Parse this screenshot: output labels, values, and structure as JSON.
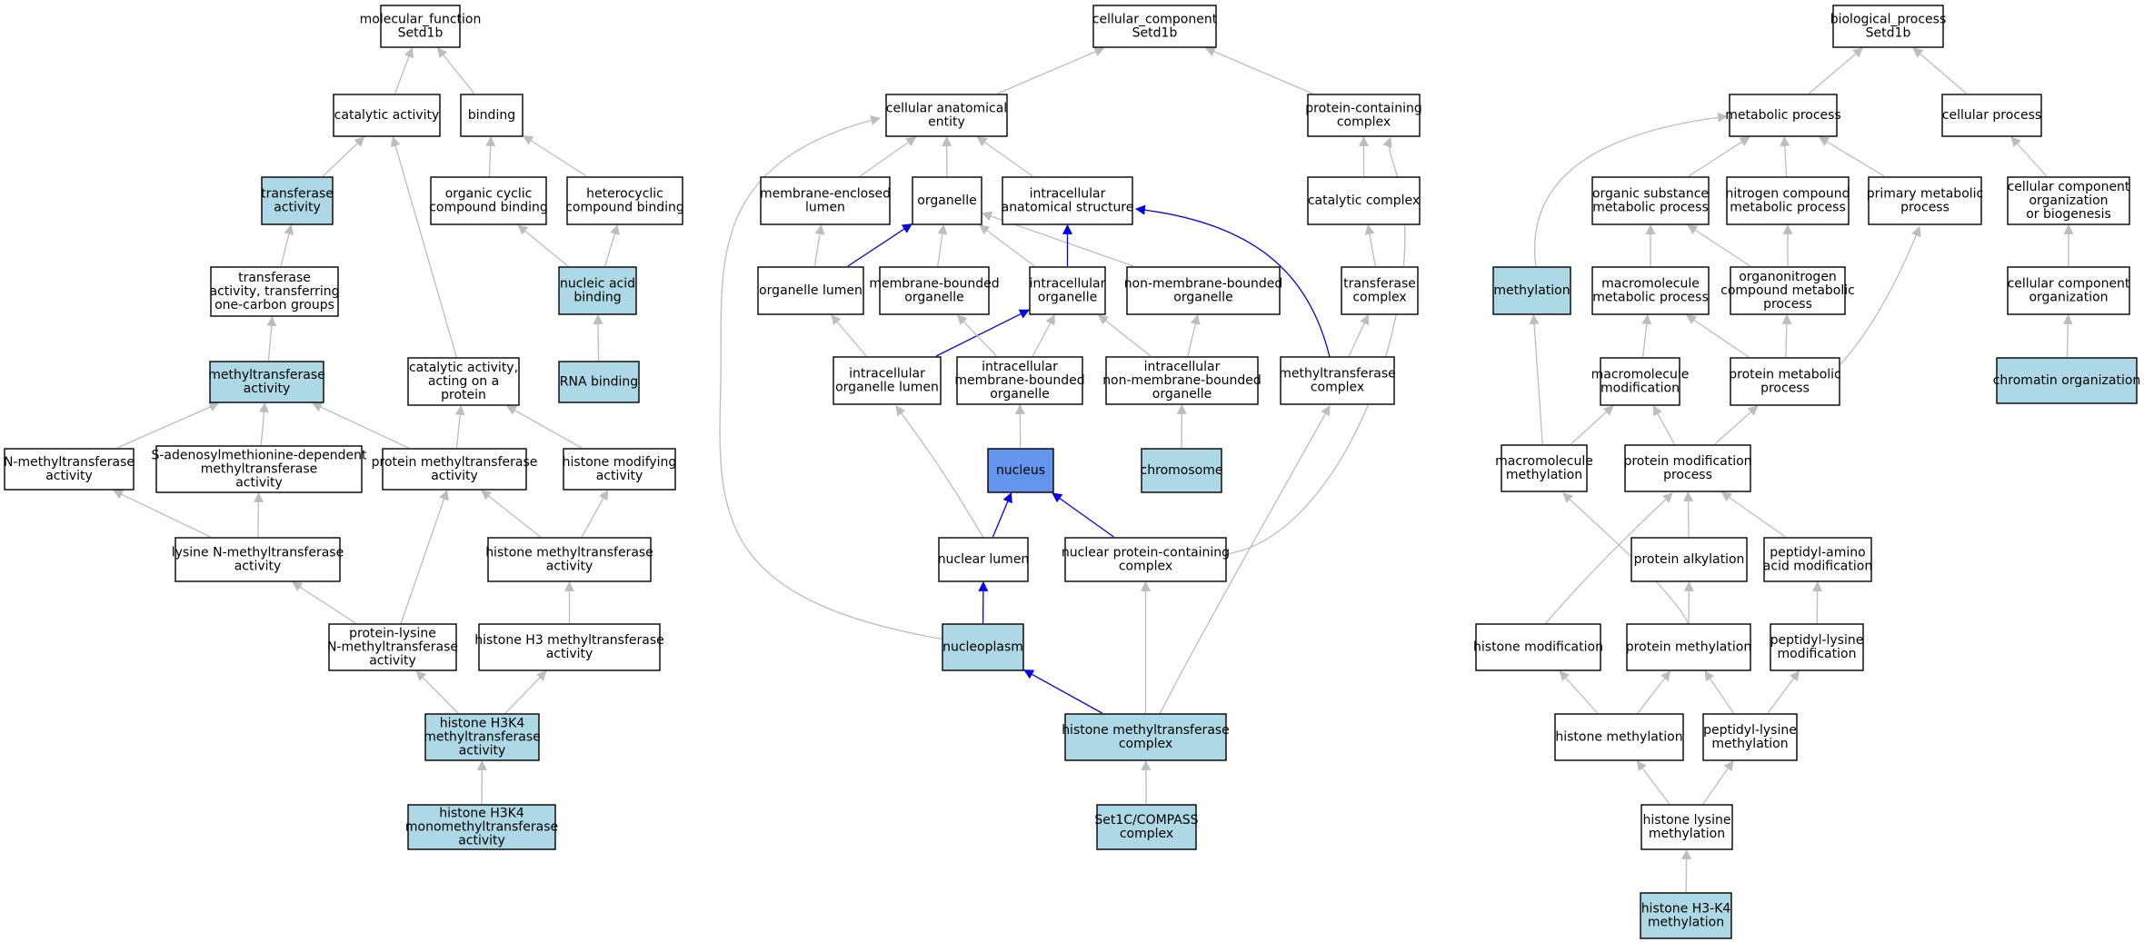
{
  "colors": {
    "white": "#ffffff",
    "light": "#add8e6",
    "focus": "#6495ed",
    "gray_edge": "#bdbdbd",
    "blue_edge": "#0000ee"
  },
  "nodes": {
    "mf": {
      "lines": [
        "molecular_function",
        "Setd1b"
      ],
      "fill": "white"
    },
    "catalytic": {
      "lines": [
        "catalytic activity"
      ],
      "fill": "white"
    },
    "binding": {
      "lines": [
        "binding"
      ],
      "fill": "white"
    },
    "transferase": {
      "lines": [
        "transferase",
        "activity"
      ],
      "fill": "light"
    },
    "orgcyc": {
      "lines": [
        "organic cyclic",
        "compound binding"
      ],
      "fill": "white"
    },
    "hetcyc": {
      "lines": [
        "heterocyclic",
        "compound binding"
      ],
      "fill": "white"
    },
    "transfer1c": {
      "lines": [
        "transferase",
        "activity, transferring",
        "one-carbon groups"
      ],
      "fill": "white"
    },
    "nucacid": {
      "lines": [
        "nucleic acid",
        "binding"
      ],
      "fill": "light"
    },
    "mtase": {
      "lines": [
        "methyltransferase",
        "activity"
      ],
      "fill": "light"
    },
    "catprot": {
      "lines": [
        "catalytic activity,",
        "acting on a",
        "protein"
      ],
      "fill": "white"
    },
    "rnabind": {
      "lines": [
        "RNA binding"
      ],
      "fill": "light"
    },
    "nmt": {
      "lines": [
        "N-methyltransferase",
        "activity"
      ],
      "fill": "white"
    },
    "sam": {
      "lines": [
        "S-adenosylmethionine-dependent",
        "methyltransferase",
        "activity"
      ],
      "fill": "white"
    },
    "protmt": {
      "lines": [
        "protein methyltransferase",
        "activity"
      ],
      "fill": "white"
    },
    "histmod_act": {
      "lines": [
        "histone modifying",
        "activity"
      ],
      "fill": "white"
    },
    "lysnmt": {
      "lines": [
        "lysine N-methyltransferase",
        "activity"
      ],
      "fill": "white"
    },
    "histmt": {
      "lines": [
        "histone methyltransferase",
        "activity"
      ],
      "fill": "white"
    },
    "protlysnmt": {
      "lines": [
        "protein-lysine",
        "N-methyltransferase",
        "activity"
      ],
      "fill": "white"
    },
    "h3mt": {
      "lines": [
        "histone H3 methyltransferase",
        "activity"
      ],
      "fill": "white"
    },
    "h3k4mt": {
      "lines": [
        "histone H3K4",
        "methyltransferase",
        "activity"
      ],
      "fill": "light"
    },
    "h3k4mono": {
      "lines": [
        "histone H3K4",
        "monomethyltransferase",
        "activity"
      ],
      "fill": "light"
    },
    "cc": {
      "lines": [
        "cellular_component",
        "Setd1b"
      ],
      "fill": "white"
    },
    "cae": {
      "lines": [
        "cellular anatomical",
        "entity"
      ],
      "fill": "white"
    },
    "pcc": {
      "lines": [
        "protein-containing",
        "complex"
      ],
      "fill": "white"
    },
    "melumen": {
      "lines": [
        "membrane-enclosed",
        "lumen"
      ],
      "fill": "white"
    },
    "organelle": {
      "lines": [
        "organelle"
      ],
      "fill": "white"
    },
    "ias": {
      "lines": [
        "intracellular",
        "anatomical structure"
      ],
      "fill": "white"
    },
    "catcomplex": {
      "lines": [
        "catalytic complex"
      ],
      "fill": "white"
    },
    "orglumen": {
      "lines": [
        "organelle lumen"
      ],
      "fill": "white"
    },
    "mbo": {
      "lines": [
        "membrane-bounded",
        "organelle"
      ],
      "fill": "white"
    },
    "intorg": {
      "lines": [
        "intracellular",
        "organelle"
      ],
      "fill": "white"
    },
    "nmbo": {
      "lines": [
        "non-membrane-bounded",
        "organelle"
      ],
      "fill": "white"
    },
    "trcomplex": {
      "lines": [
        "transferase",
        "complex"
      ],
      "fill": "white"
    },
    "iol": {
      "lines": [
        "intracellular",
        "organelle lumen"
      ],
      "fill": "white"
    },
    "imbo": {
      "lines": [
        "intracellular",
        "membrane-bounded",
        "organelle"
      ],
      "fill": "white"
    },
    "inmbo": {
      "lines": [
        "intracellular",
        "non-membrane-bounded",
        "organelle"
      ],
      "fill": "white"
    },
    "mtcomplex": {
      "lines": [
        "methyltransferase",
        "complex"
      ],
      "fill": "white"
    },
    "nucleus": {
      "lines": [
        "nucleus"
      ],
      "fill": "focus"
    },
    "chromosome": {
      "lines": [
        "chromosome"
      ],
      "fill": "light"
    },
    "nuclumen": {
      "lines": [
        "nuclear lumen"
      ],
      "fill": "white"
    },
    "npcc": {
      "lines": [
        "nuclear protein-containing",
        "complex"
      ],
      "fill": "white"
    },
    "nucleoplasm": {
      "lines": [
        "nucleoplasm"
      ],
      "fill": "light"
    },
    "hmtcomplex": {
      "lines": [
        "histone methyltransferase",
        "complex"
      ],
      "fill": "light"
    },
    "set1c": {
      "lines": [
        "Set1C/COMPASS",
        "complex"
      ],
      "fill": "light"
    },
    "bp": {
      "lines": [
        "biological_process",
        "Setd1b"
      ],
      "fill": "white"
    },
    "metab": {
      "lines": [
        "metabolic process"
      ],
      "fill": "white"
    },
    "cellproc": {
      "lines": [
        "cellular process"
      ],
      "fill": "white"
    },
    "osmp": {
      "lines": [
        "organic substance",
        "metabolic process"
      ],
      "fill": "white"
    },
    "ncmp": {
      "lines": [
        "nitrogen compound",
        "metabolic process"
      ],
      "fill": "white"
    },
    "primmp": {
      "lines": [
        "primary metabolic",
        "process"
      ],
      "fill": "white"
    },
    "ccob": {
      "lines": [
        "cellular component",
        "organization",
        "or biogenesis"
      ],
      "fill": "white"
    },
    "methylation": {
      "lines": [
        "methylation"
      ],
      "fill": "light"
    },
    "macromp": {
      "lines": [
        "macromolecule",
        "metabolic process"
      ],
      "fill": "white"
    },
    "oncmp": {
      "lines": [
        "organonitrogen",
        "compound metabolic",
        "process"
      ],
      "fill": "white"
    },
    "cco": {
      "lines": [
        "cellular component",
        "organization"
      ],
      "fill": "white"
    },
    "macromod": {
      "lines": [
        "macromolecule",
        "modification"
      ],
      "fill": "white"
    },
    "protmp": {
      "lines": [
        "protein metabolic",
        "process"
      ],
      "fill": "white"
    },
    "chromorg": {
      "lines": [
        "chromatin organization"
      ],
      "fill": "light"
    },
    "macrometh": {
      "lines": [
        "macromolecule",
        "methylation"
      ],
      "fill": "white"
    },
    "protmodproc": {
      "lines": [
        "protein modification",
        "process"
      ],
      "fill": "white"
    },
    "protalk": {
      "lines": [
        "protein alkylation"
      ],
      "fill": "white"
    },
    "peptamino": {
      "lines": [
        "peptidyl-amino",
        "acid modification"
      ],
      "fill": "white"
    },
    "histmodproc": {
      "lines": [
        "histone modification"
      ],
      "fill": "white"
    },
    "protmeth": {
      "lines": [
        "protein methylation"
      ],
      "fill": "white"
    },
    "peptlysmod": {
      "lines": [
        "peptidyl-lysine",
        "modification"
      ],
      "fill": "white"
    },
    "histmeth": {
      "lines": [
        "histone methylation"
      ],
      "fill": "white"
    },
    "peptlysmeth": {
      "lines": [
        "peptidyl-lysine",
        "methylation"
      ],
      "fill": "white"
    },
    "histlysmeth": {
      "lines": [
        "histone lysine",
        "methylation"
      ],
      "fill": "white"
    },
    "h3k4meth": {
      "lines": [
        "histone H3-K4",
        "methylation"
      ],
      "fill": "light"
    }
  }
}
